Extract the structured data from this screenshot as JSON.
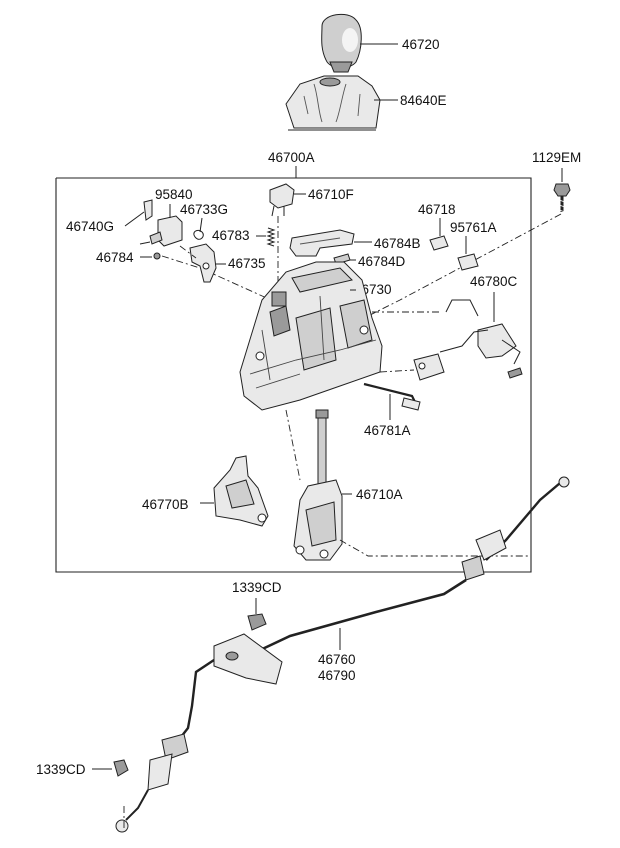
{
  "labels": {
    "p46720": "46720",
    "p84640E": "84640E",
    "p46700A": "46700A",
    "p1129EM": "1129EM",
    "p95840": "95840",
    "p46710F": "46710F",
    "p46740G": "46740G",
    "p46733G": "46733G",
    "p46718": "46718",
    "p46783": "46783",
    "p46784B": "46784B",
    "p95761A": "95761A",
    "p46784": "46784",
    "p46735": "46735",
    "p46784D": "46784D",
    "p46730": "46730",
    "p46780C": "46780C",
    "p46781A": "46781A",
    "p46770B": "46770B",
    "p46710A": "46710A",
    "p1339CD_top": "1339CD",
    "p46760": "46760",
    "p46790": "46790",
    "p1339CD_bottom": "1339CD"
  }
}
